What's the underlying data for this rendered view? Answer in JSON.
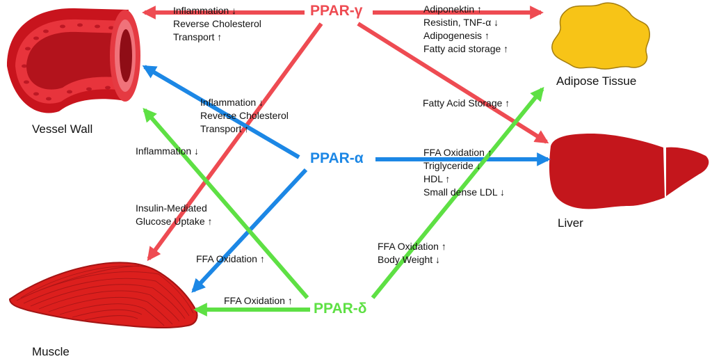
{
  "colors": {
    "gamma": "#ee4b52",
    "alpha": "#1c87e5",
    "delta": "#5ee044",
    "organ_red": "#d11b1b",
    "adipose": "#f7c417"
  },
  "ppar": {
    "gamma": "PPAR-γ",
    "alpha": "PPAR-α",
    "delta": "PPAR-δ"
  },
  "organs": {
    "vessel_wall": "Vessel Wall",
    "adipose": "Adipose Tissue",
    "liver": "Liver",
    "muscle": "Muscle"
  },
  "effects": {
    "gamma_vessel": [
      "Inflammation ↓",
      "Reverse Cholesterol",
      "Transport ↑"
    ],
    "gamma_adipose": [
      "Adiponektin ↑",
      "Resistin, TNF-α ↓",
      "Adipogenesis ↑",
      "Fatty acid storage ↑"
    ],
    "gamma_liver": [
      "Fatty Acid Storage ↑"
    ],
    "gamma_muscle": [
      "Insulin-Mediated",
      "Glucose Uptake ↑"
    ],
    "alpha_vessel": [
      "Inflammation ↓",
      "Reverse Cholesterol",
      "Transport ↑"
    ],
    "alpha_liver": [
      "FFA Oxidation ↑",
      "Triglyceride ↓",
      "HDL ↑",
      "Small dense LDL ↓"
    ],
    "alpha_muscle": [
      "FFA Oxidation ↑"
    ],
    "delta_vessel": [
      "Inflammation ↓"
    ],
    "delta_muscle": [
      "FFA Oxidation ↑"
    ],
    "delta_adipose": [
      "FFA Oxidation ↑",
      "Body Weight  ↓"
    ]
  }
}
